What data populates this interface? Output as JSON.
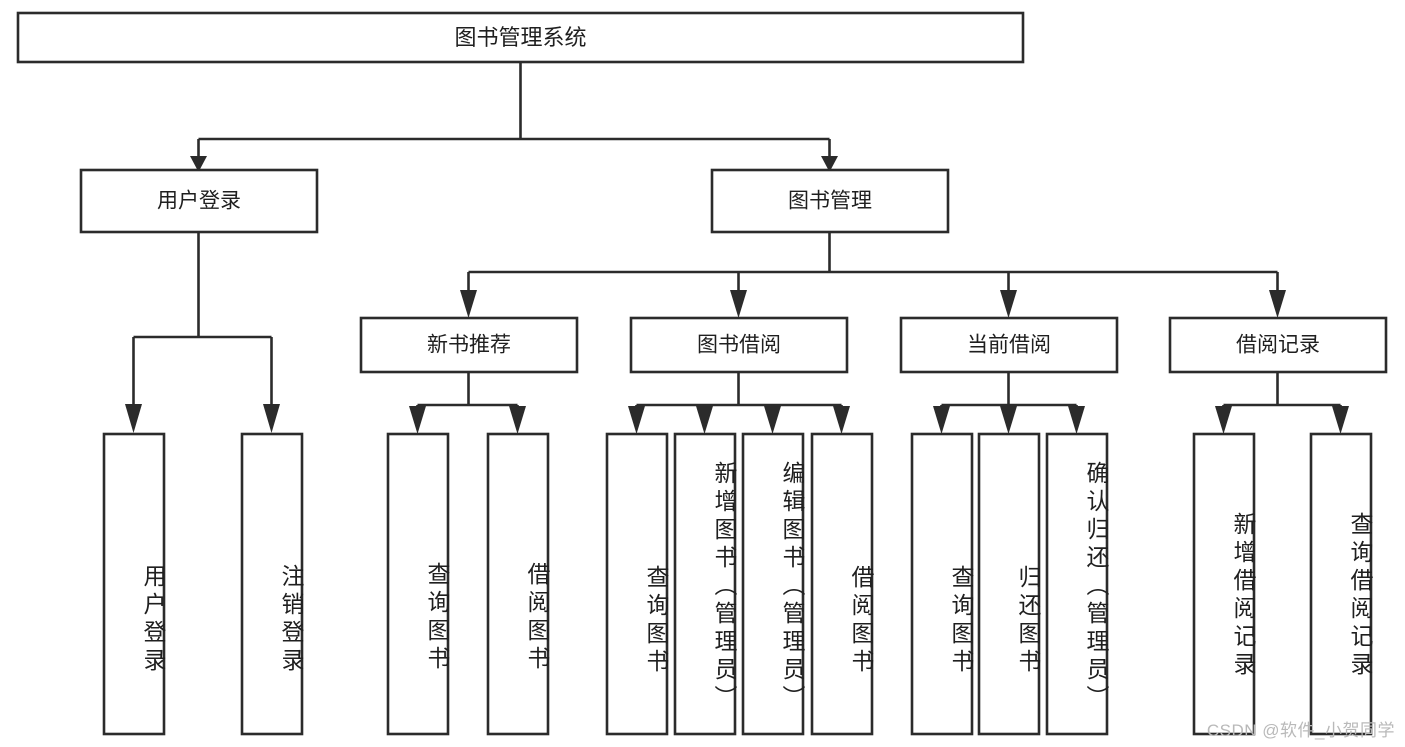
{
  "diagram": {
    "title": "图书管理系统",
    "type": "tree-hierarchy-chart",
    "root": {
      "label": "图书管理系统"
    },
    "level2": [
      {
        "label": "用户登录"
      },
      {
        "label": "图书管理"
      }
    ],
    "level3": [
      {
        "label": "新书推荐"
      },
      {
        "label": "图书借阅"
      },
      {
        "label": "当前借阅"
      },
      {
        "label": "借阅记录"
      }
    ],
    "leaves": {
      "user_login": [
        {
          "label": "用户登录"
        },
        {
          "label": "注销登录"
        }
      ],
      "new_book_recommend": [
        {
          "label": "查询图书"
        },
        {
          "label": "借阅图书"
        }
      ],
      "book_borrow": [
        {
          "label": "查询图书"
        },
        {
          "label": "新增图书（管理员）"
        },
        {
          "label": "编辑图书（管理员）"
        },
        {
          "label": "借阅图书"
        }
      ],
      "current_borrow": [
        {
          "label": "查询图书"
        },
        {
          "label": "归还图书"
        },
        {
          "label": "确认归还（管理员）"
        }
      ],
      "borrow_record": [
        {
          "label": "新增借阅记录"
        },
        {
          "label": "查询借阅记录"
        }
      ]
    }
  },
  "watermark": {
    "text": "CSDN @软件_小贺同学"
  },
  "colors": {
    "stroke": "#2b2b2b",
    "fill": "#ffffff",
    "text": "#1f1f1f",
    "watermark": "#b9b9b9"
  }
}
